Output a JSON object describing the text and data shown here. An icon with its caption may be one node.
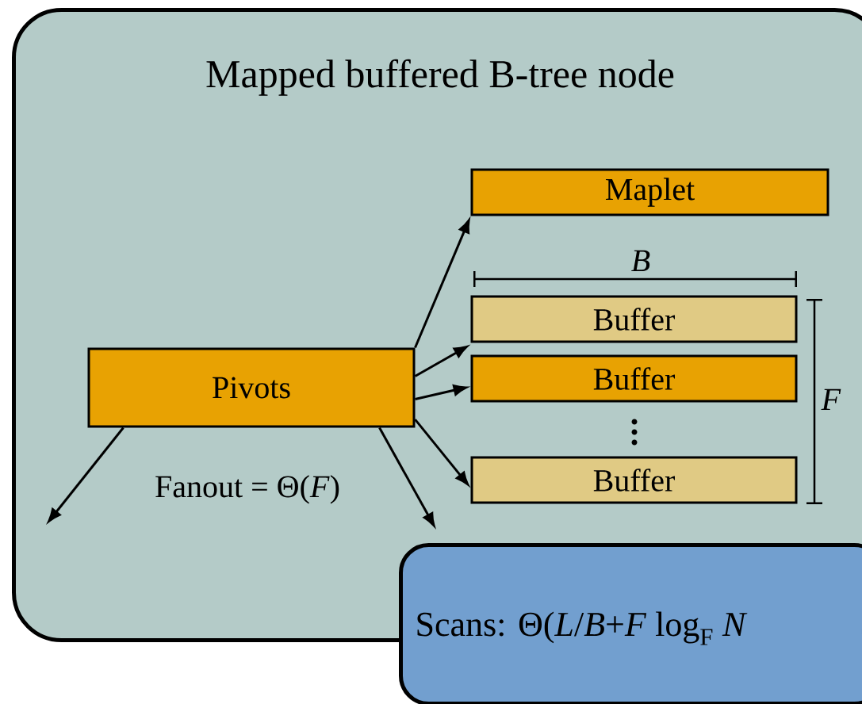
{
  "diagram": {
    "nodes": [
      {
        "text": [
          "Mapped buffered B-tree node"
        ]
      },
      {
        "text": [
          "Maplet"
        ],
        "in": 0
      },
      {
        "text": [
          "Buffer"
        ],
        "in": 0
      },
      {
        "text": [
          "Buffer"
        ],
        "in": 0
      },
      {
        "text": [
          "Buffer"
        ],
        "in": 0
      },
      {
        "text": [
          "Pivots"
        ],
        "in": 0
      },
      {
        "text": [
          "Scans: Θ(*L*/*B*+*F* log$_{F}$ *N*"
        ]
      }
    ],
    "edges": [
      {
        "from": 5,
        "to": 1,
        "arrow": "to"
      },
      {
        "from": 5,
        "to": 2,
        "arrow": "to"
      },
      {
        "from": 5,
        "to": 3,
        "arrow": "to"
      },
      {
        "from": 5,
        "to": 4,
        "arrow": "to"
      },
      {
        "from": 5,
        "to": null,
        "arrow": "to"
      },
      {
        "from": 5,
        "to": null,
        "arrow": "to"
      }
    ],
    "labels": [
      "*B*",
      "*F*",
      "Fanout = Θ(*F*)"
    ]
  }
}
